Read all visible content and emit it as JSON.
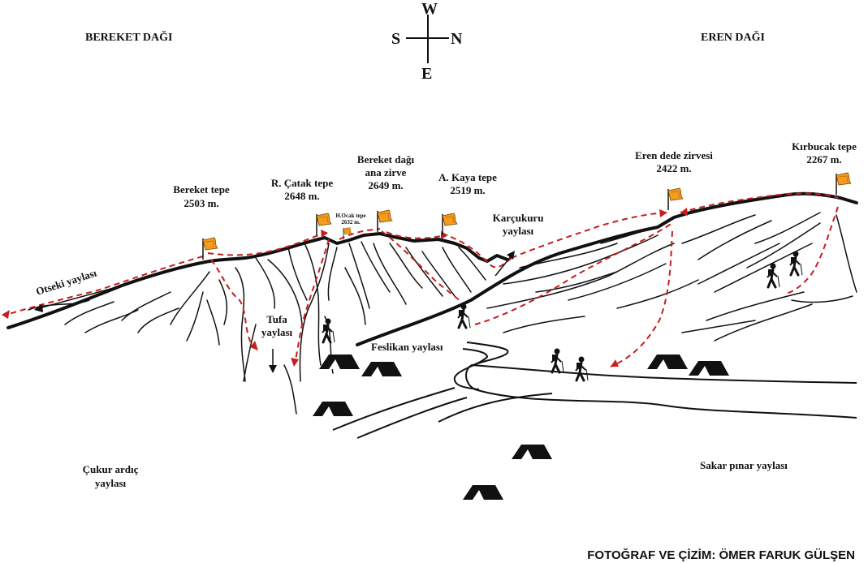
{
  "regions": {
    "left_mountain": "BEREKET DAĞI",
    "right_mountain": "EREN DAĞI"
  },
  "compass": {
    "top": "W",
    "left": "S",
    "right": "N",
    "bottom": "E"
  },
  "peaks": {
    "bereket_tepe": {
      "name": "Bereket tepe",
      "elevation": "2503 m."
    },
    "r_catak_tepe": {
      "name": "R. Çatak tepe",
      "elevation": "2648 m."
    },
    "h_ocak_tepe": {
      "name": "H.Ocak tepe",
      "elevation": "2632 m."
    },
    "bereket_ana_zirve": {
      "name_line1": "Bereket dağı",
      "name_line2": "ana zirve",
      "elevation": "2649 m."
    },
    "a_kaya_tepe": {
      "name": "A. Kaya tepe",
      "elevation": "2519 m."
    },
    "eren_dede_zirvesi": {
      "name": "Eren dede zirvesi",
      "elevation": "2422 m."
    },
    "kirbucak_tepe": {
      "name": "Kırbucak tepe",
      "elevation": "2267 m."
    }
  },
  "places": {
    "otseki": "Otseki yaylası",
    "tufa_line1": "Tufa",
    "tufa_line2": "yaylası",
    "feslikan": "Feslikan yaylası",
    "karcukuru_line1": "Karçukuru",
    "karcukuru_line2": "yaylası",
    "cukur_ardic_line1": "Çukur ardıç",
    "cukur_ardic_line2": "yaylası",
    "sakar_pinar": "Sakar pınar yaylası"
  },
  "credit": "FOTOĞRAF VE ÇİZİM: ÖMER FARUK GÜLŞEN",
  "colors": {
    "trail": "#c81e1e",
    "flag": "#f39c1f",
    "ink": "#111111"
  }
}
